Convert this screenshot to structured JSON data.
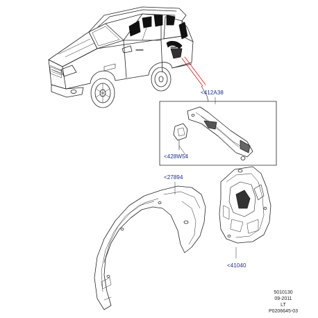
{
  "callouts": {
    "part_412A38": "<412A38",
    "part_428W54": "<428W54",
    "part_27894": "<27894",
    "part_41040": "<41040"
  },
  "reference": {
    "line1": "5010130",
    "line2": "09-2011",
    "line3": "LT",
    "line4": "P0206645-03"
  },
  "colors": {
    "callout_text": "#1c2a8c",
    "leader_red": "#d22020",
    "linework": "#222222"
  }
}
